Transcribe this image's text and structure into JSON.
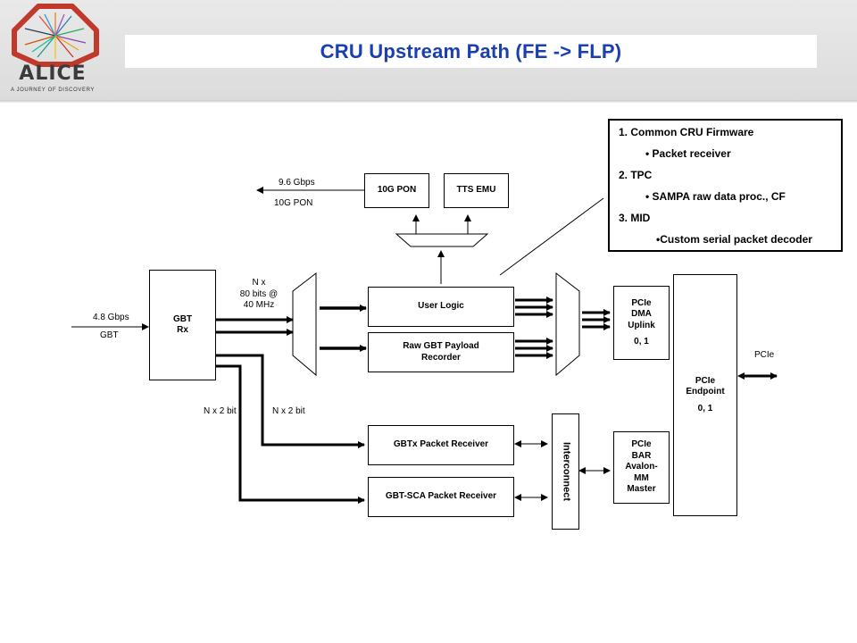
{
  "header": {
    "title": "CRU Upstream Path (FE -> FLP)",
    "logo_text": "ALICE",
    "logo_tagline": "A JOURNEY OF DISCOVERY"
  },
  "legend": {
    "items": [
      {
        "heading": "1. Common CRU Firmware",
        "bullet": "• Packet receiver"
      },
      {
        "heading": "2. TPC",
        "bullet": "• SAMPA raw data proc., CF"
      },
      {
        "heading": "3. MID",
        "bullet": "•Custom serial packet decoder"
      }
    ]
  },
  "blocks": {
    "gbt_rx": [
      "GBT",
      "Rx"
    ],
    "pon_10g": "10G PON",
    "tts_emu": "TTS EMU",
    "user_logic": "User Logic",
    "raw_recorder": [
      "Raw GBT Payload",
      "Recorder"
    ],
    "gbtx_receiver": "GBTx Packet Receiver",
    "gbtsca_receiver": "GBT-SCA Packet Receiver",
    "interconnect": "Interconnect",
    "pcie_dma": [
      "PCIe",
      "DMA",
      "Uplink",
      "0, 1"
    ],
    "pcie_bar": [
      "PCIe",
      "BAR",
      "Avalon-",
      "MM",
      "Master"
    ],
    "pcie_endpoint": [
      "PCIe",
      "Endpoint",
      "0, 1"
    ]
  },
  "labels": {
    "in_rate": "4.8 Gbps",
    "in_type": "GBT",
    "pon_rate": "9.6 Gbps",
    "pon_type": "10G PON",
    "bus_width": [
      "N x",
      "80 bits @",
      "40 MHz"
    ],
    "nx2_left": "N x 2 bit",
    "nx2_right": "N x 2 bit",
    "pcie_out": "PCIe"
  },
  "colors": {
    "title": "#1a3fae",
    "logo_ring": "#c0392b"
  }
}
